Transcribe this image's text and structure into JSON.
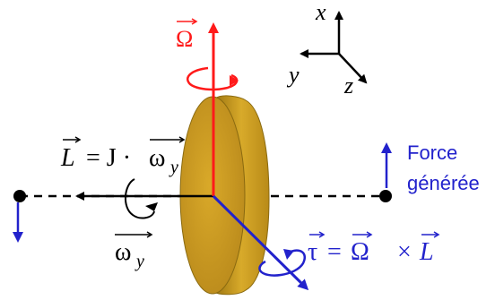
{
  "labels": {
    "omega_upper": "Ω",
    "angular_momentum": "L = J · ω",
    "L_symbol": "L",
    "equals_J": "= J ·",
    "omega_symbol": "ω",
    "y_sub": "y",
    "omega_y_bottom": "ω",
    "torque": "τ",
    "torque_eq": "=",
    "torque_omega": "Ω",
    "torque_times": "×",
    "torque_L": "L",
    "force_line1": "Force",
    "force_line2": "générée",
    "axis_x": "x",
    "axis_y": "y",
    "axis_z": "z"
  },
  "colors": {
    "omega_axis": "#ff1a1a",
    "torque_axis": "#2222cc",
    "force_text": "#2222cc",
    "disc_face": "#c99a1a",
    "disc_edge": "#8a6a10",
    "black": "#000000"
  }
}
